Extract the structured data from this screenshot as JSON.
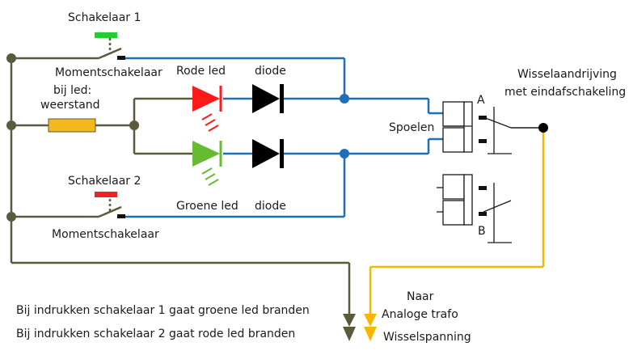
{
  "labels": {
    "switch1_title": "Schakelaar 1",
    "switch1_type": "Momentschakelaar",
    "switch2_title": "Schakelaar 2",
    "switch2_type": "Momentschakelaar",
    "resistor_line1": "bij led:",
    "resistor_line2": "weerstand",
    "red_led": "Rode led",
    "green_led": "Groene led",
    "diode_top": "diode",
    "diode_bottom": "diode",
    "coils": "Spoelen",
    "drive_line1": "Wisselaandrijving",
    "drive_line2": "met eindafschakeling",
    "contact_a": "A",
    "contact_b": "B",
    "to_line1": "Naar",
    "to_line2": "Analoge trafo",
    "to_line3": "Wisselspanning"
  },
  "notes": [
    "Bij indrukken schakelaar 1 gaat groene led branden",
    "Bij indrukken schakelaar 2 gaat rode led branden"
  ],
  "colors": {
    "wire_olive": "#5b5a3c",
    "wire_blue": "#1f6fb8",
    "wire_yellow": "#f5b800",
    "led_red": "#ff1a1a",
    "led_green": "#66bb33",
    "resistor": "#f4b81c",
    "button_green": "#22cc33",
    "button_red": "#ee2222"
  }
}
